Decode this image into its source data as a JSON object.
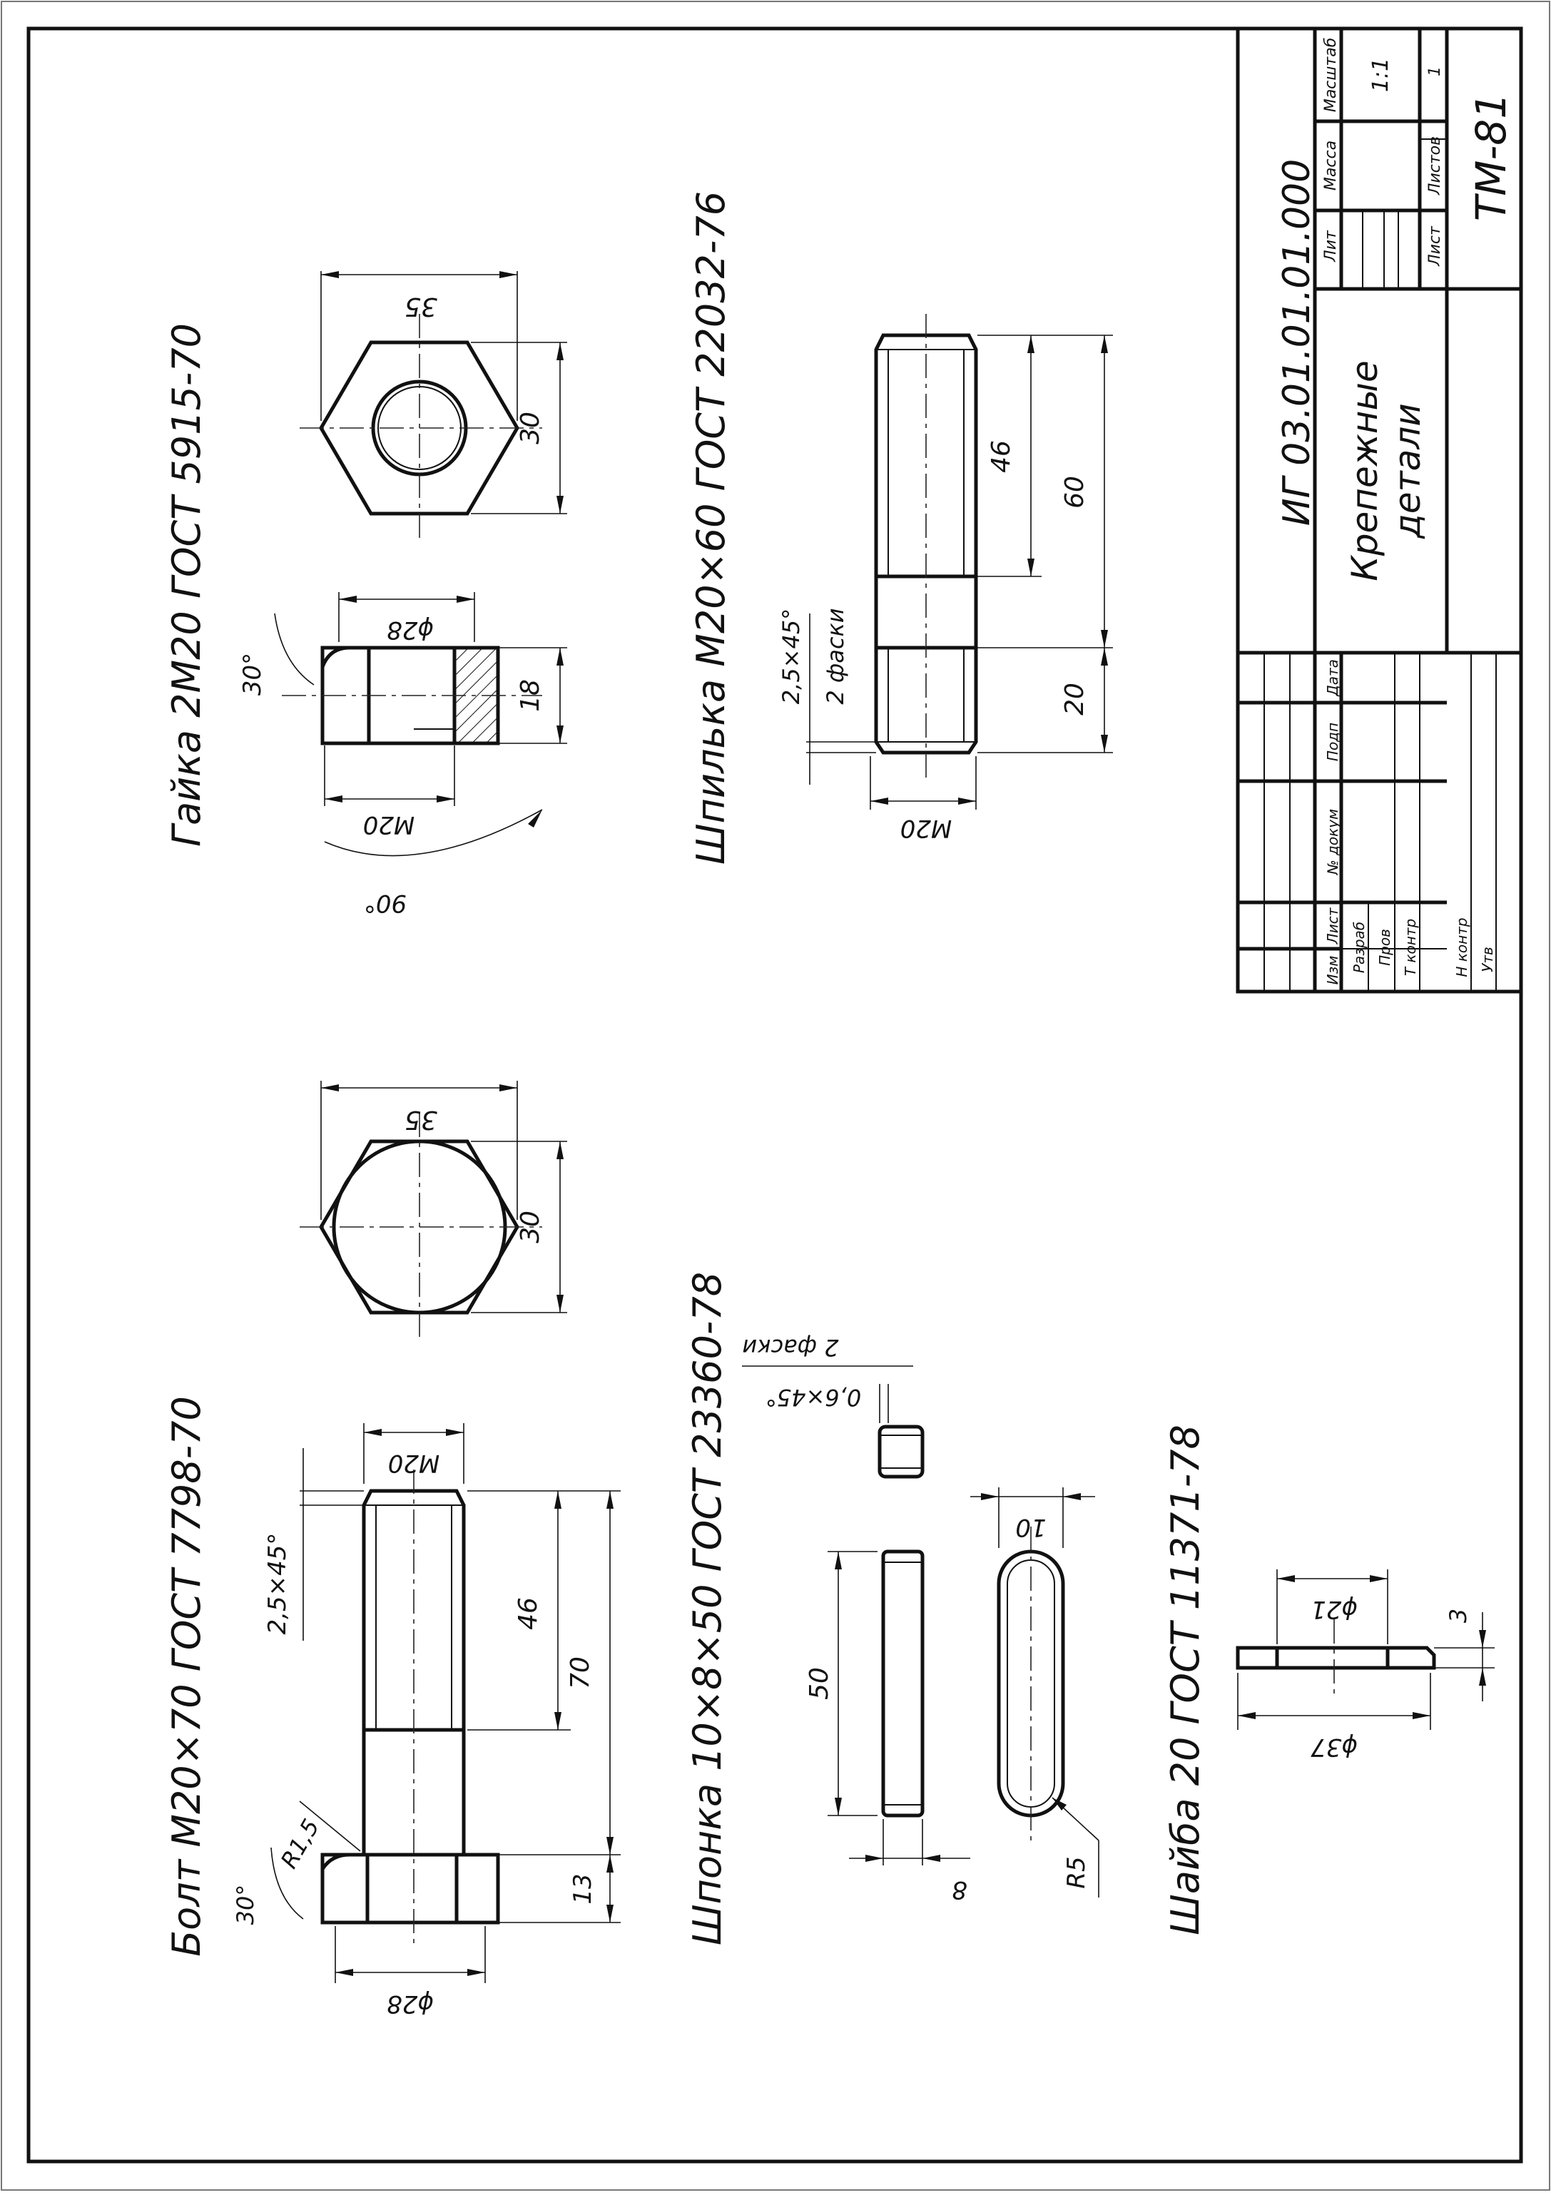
{
  "drawing": {
    "titles": {
      "nut": "Гайка 2М20 ГОСТ 5915-70",
      "stud": "Шпилька М20×60 ГОСТ 22032-76",
      "bolt": "Болт М20×70 ГОСТ 7798-70",
      "key": "Шпонка 10×8×50 ГОСТ 23360-78",
      "washer": "Шайба 20 ГОСТ 11371-78"
    },
    "nut_dims": {
      "across_corners": "35",
      "across_flats": "30",
      "thread_dia": "ϕ28",
      "height": "18",
      "thread": "М20",
      "angle30": "30°",
      "angle90": "90°"
    },
    "stud_dims": {
      "thread_len": "46",
      "len": "60",
      "screw_end": "20",
      "thread": "М20",
      "chamfer": "2,5×45°",
      "chamfer_note": "2 фаски"
    },
    "bolt_dims": {
      "across_corners": "35",
      "across_flats": "30",
      "thread": "М20",
      "chamfer": "2,5×45°",
      "thread_len": "46",
      "len": "70",
      "head": "13",
      "radius": "R1,5",
      "angle30": "30°",
      "bearing_dia": "ϕ28"
    },
    "key_dims": {
      "chamfer": "0,6×45°",
      "chamfer_note": "2 фаски",
      "len": "50",
      "thickness": "8",
      "width": "10",
      "radius": "R5"
    },
    "washer_dims": {
      "inner": "ϕ21",
      "outer": "ϕ37",
      "thickness": "3"
    }
  },
  "title_block": {
    "designation": "ИГ 03.01.01.01.000",
    "name_line1": "Крепежные",
    "name_line2": "детали",
    "lit": "Лит",
    "mass": "Масса",
    "scale": "Масштаб",
    "scale_value": "1:1",
    "sheet": "Лист",
    "sheets": "Листов",
    "sheets_value": "1",
    "group": "ТМ-81",
    "col_izm": "Изм",
    "col_list": "Лист",
    "col_doc": "№ докум",
    "col_sign": "Подп",
    "col_date": "Дата",
    "row_develop": "Разраб",
    "row_check": "Пров",
    "row_tcontrol": "Т контр",
    "row_ncontrol": "Н контр",
    "row_approve": "Утв"
  }
}
